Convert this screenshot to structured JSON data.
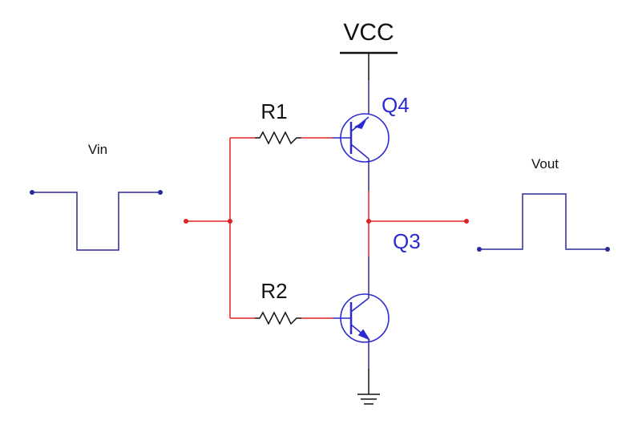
{
  "labels": {
    "vcc": "VCC",
    "r1": "R1",
    "r2": "R2",
    "q4": "Q4",
    "q3": "Q3",
    "vin": "Vin",
    "vout": "Vout"
  },
  "colors": {
    "wire_red": "#e02020",
    "wire_blue": "#2a2a9a",
    "transistor_blue": "#2b2bd0",
    "label_blue": "#2b2bd0",
    "black": "#111111"
  }
}
